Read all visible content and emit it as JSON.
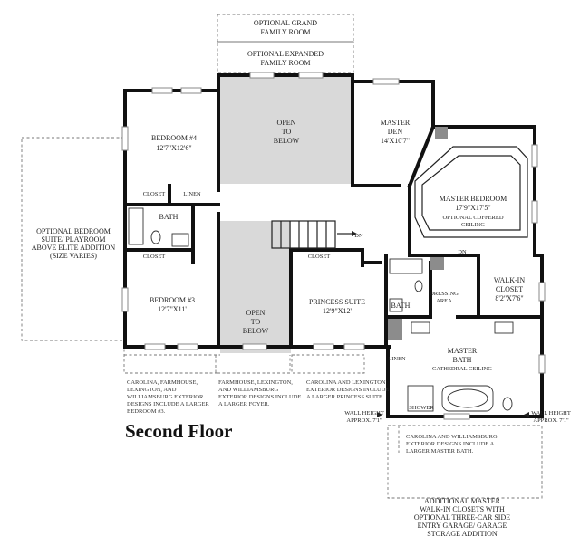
{
  "title": "Second Floor",
  "rooms": {
    "optional_grand_family_room": [
      "OPTIONAL GRAND",
      "FAMILY ROOM"
    ],
    "optional_expanded_family_room": [
      "OPTIONAL EXPANDED",
      "FAMILY ROOM"
    ],
    "bedroom4": {
      "name": "BEDROOM #4",
      "size": "12'7\"X12'6\""
    },
    "open_to_below_top": [
      "OPEN",
      "TO",
      "BELOW"
    ],
    "master_den": {
      "name": [
        "MASTER",
        "DEN"
      ],
      "size": "14'X10'7\""
    },
    "master_bedroom": {
      "name": "MASTER BEDROOM",
      "size": "17'9\"X17'5\"",
      "note": [
        "OPTIONAL COFFERED",
        "CEILING"
      ]
    },
    "closet_bed4": "CLOSET",
    "linen_top": "LINEN",
    "bath_left": "BATH",
    "optional_bedroom_suite": [
      "OPTIONAL BEDROOM",
      "SUITE/ PLAYROOM",
      "ABOVE ELITE ADDITION",
      "(SIZE VARIES)"
    ],
    "dn_stair": "DN",
    "dn_master": "DN",
    "closet_bed3": "CLOSET",
    "bedroom3": {
      "name": "BEDROOM #3",
      "size": "12'7\"X11'"
    },
    "closet_princess": "CLOSET",
    "princess_suite": {
      "name": "PRINCESS SUITE",
      "size": "12'9\"X12'"
    },
    "open_to_below_bottom": [
      "OPEN",
      "TO",
      "BELOW"
    ],
    "bath_right": "BATH",
    "dressing_area": [
      "DRESSING",
      "AREA"
    ],
    "walk_in_closet": {
      "name": [
        "WALK-IN",
        "CLOSET"
      ],
      "size": "8'2\"X7'6\""
    },
    "master_bath": {
      "name": [
        "MASTER",
        "BATH"
      ],
      "note": "CATHEDRAL CEILING"
    },
    "linen_bottom": "LINEN",
    "shower": "SHOWER"
  },
  "notes": {
    "bedroom3_note": [
      "CAROLINA, FARMHOUSE,",
      "LEXINGTON, AND",
      "WILLIAMSBURG EXTERIOR",
      "DESIGNS INCLUDE A LARGER",
      "BEDROOM #3."
    ],
    "foyer_note": [
      "FARMHOUSE, LEXINGTON,",
      "AND WILLIAMSBURG",
      "EXTERIOR DESIGNS INCLUDE",
      "A LARGER FOYER."
    ],
    "princess_note": [
      "CAROLINA AND LEXINGTON",
      "EXTERIOR DESIGNS INCLUDE",
      "A LARGER PRINCESS SUITE."
    ],
    "wall_height_left": [
      "WALL HEIGHT",
      "APPROX. 7'1\""
    ],
    "wall_height_right": [
      "WALL HEIGHT",
      "APPROX. 7'1\""
    ],
    "master_bath_note": [
      "CAROLINA AND WILLIAMSBURG",
      "EXTERIOR DESIGNS INCLUDE A",
      "LARGER MASTER BATH."
    ],
    "additional_closets": [
      "ADDITIONAL MASTER",
      "WALK-IN CLOSETS WITH",
      "OPTIONAL THREE-CAR SIDE",
      "ENTRY GARAGE/ GARAGE",
      "STORAGE ADDITION"
    ]
  },
  "colors": {
    "wall": "#111111",
    "open_area": "#d9d9d9",
    "fixture_gray": "#8c8c8c"
  }
}
